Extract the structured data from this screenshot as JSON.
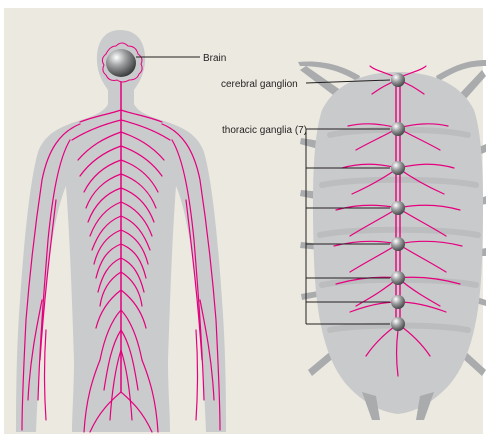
{
  "labels": {
    "brain": "Brain",
    "cerebral_ganglion": "cerebral ganglion",
    "thoracic_ganglia": "thoracic ganglia (7)"
  },
  "colors": {
    "background": "#ece9e1",
    "human_silhouette": "#cacbcc",
    "isopod_body": "#c9cacb",
    "isopod_legs": "#a9abad",
    "nerves": "#e5007e",
    "ganglion": "#7a7c7e",
    "label_text": "#231f20"
  },
  "thoracic_ganglia_count": 7
}
